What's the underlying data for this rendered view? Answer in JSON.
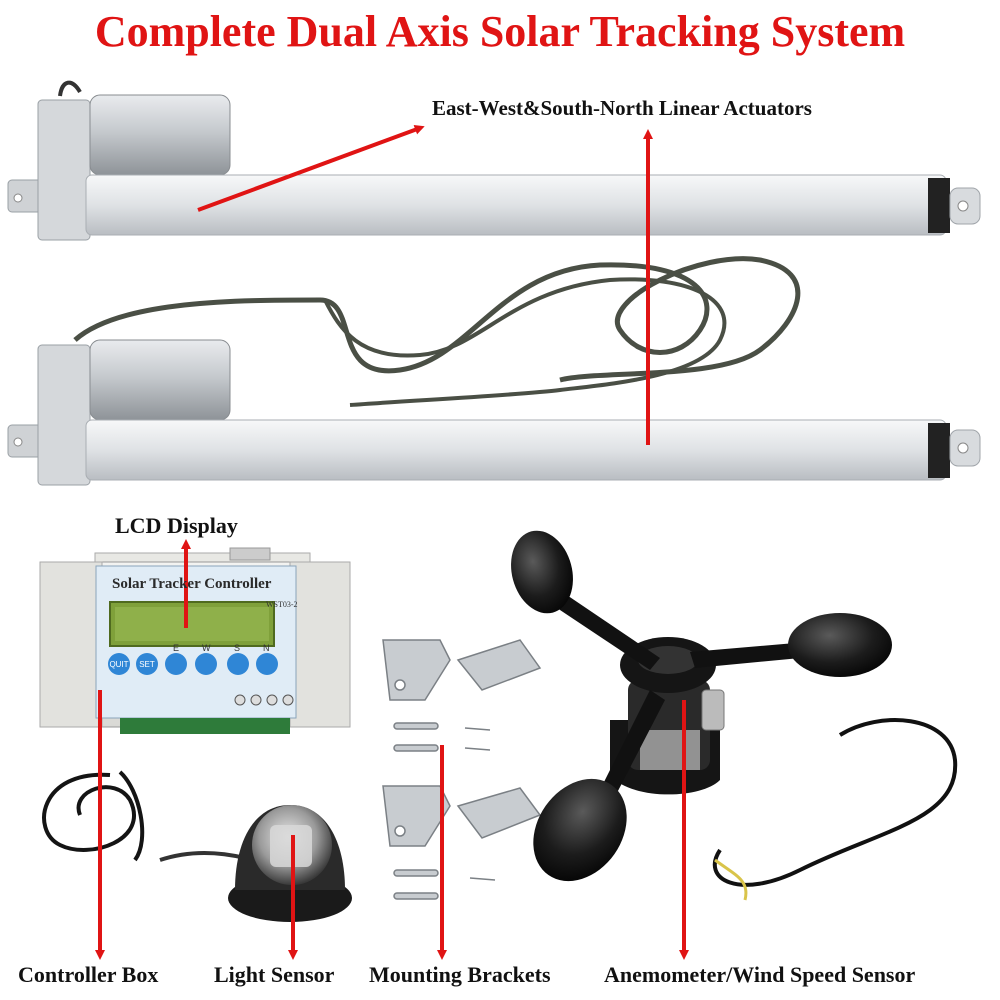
{
  "title": "Complete Dual Axis Solar Tracking System",
  "labels": {
    "actuators": "East-West&South-North Linear Actuators",
    "lcd": "LCD Display",
    "controller_box": "Controller Box",
    "light_sensor": "Light Sensor",
    "mounting_brackets": "Mounting Brackets",
    "anemometer": "Anemometer/Wind Speed Sensor"
  },
  "controller": {
    "panel_title": "Solar Tracker Controller",
    "model": "WST03-2",
    "buttons": [
      "QUIT",
      "SET",
      "E",
      "W",
      "S",
      "N"
    ],
    "button_top_labels": [
      "E",
      "W",
      "S",
      "N"
    ]
  },
  "colors": {
    "title": "#e01414",
    "arrow": "#e01414",
    "actuator_body": "#e6e8ea",
    "motor": "#c9ccd0",
    "lcd_screen": "#8fb04a",
    "button": "#2f86d6",
    "cup": "#1a1a1a"
  }
}
